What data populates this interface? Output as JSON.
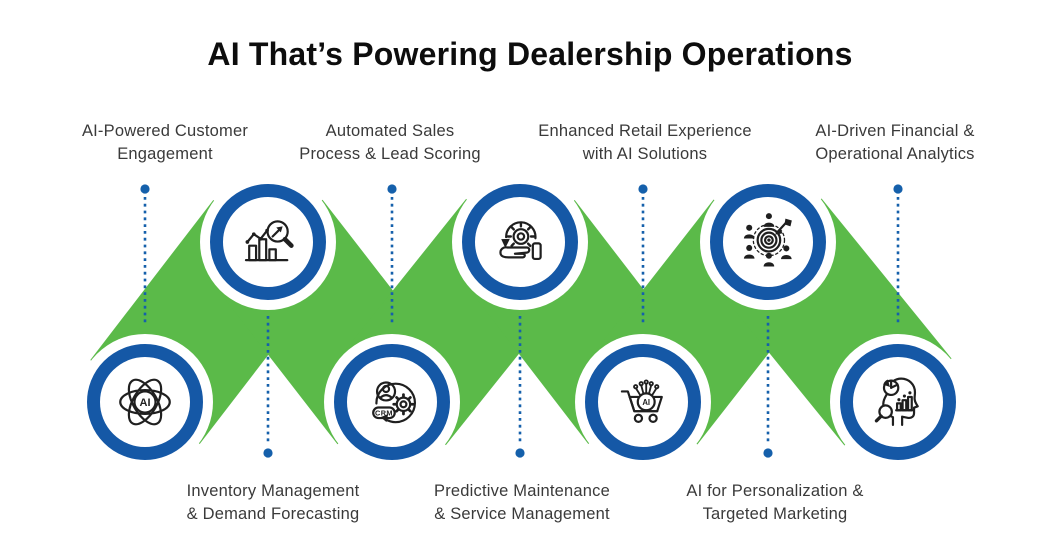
{
  "title": "AI That’s Powering Dealership Operations",
  "colors": {
    "blue": "#1558a6",
    "green": "#5bba49",
    "dot": "#1560ab",
    "label": "#3a3a3a",
    "heading": "#0d0d0d",
    "ink": "#1f1f1f"
  },
  "nodes": [
    {
      "label_line1": "AI-Powered Customer",
      "label_line2": "Engagement",
      "icon": "ai-atom",
      "circle_position": "bottom",
      "label_position": "top"
    },
    {
      "label_line1": "Inventory Management",
      "label_line2": "& Demand Forecasting",
      "icon": "chart-magnifier",
      "circle_position": "top",
      "label_position": "bottom"
    },
    {
      "label_line1": "Automated Sales",
      "label_line2": "Process & Lead Scoring",
      "icon": "crm",
      "circle_position": "bottom",
      "label_position": "top"
    },
    {
      "label_line1": "Predictive Maintenance",
      "label_line2": "& Service Management",
      "icon": "hand-gear",
      "circle_position": "top",
      "label_position": "bottom"
    },
    {
      "label_line1": "Enhanced Retail Experience",
      "label_line2": "with AI Solutions",
      "icon": "ai-cart",
      "circle_position": "bottom",
      "label_position": "top"
    },
    {
      "label_line1": "AI for Personalization &",
      "label_line2": "Targeted Marketing",
      "icon": "people-target",
      "circle_position": "top",
      "label_position": "bottom"
    },
    {
      "label_line1": "AI-Driven Financial &",
      "label_line2": "Operational Analytics",
      "icon": "head-analytics",
      "circle_position": "bottom",
      "label_position": "top"
    }
  ],
  "icon_texts": {
    "atom_label": "AI",
    "crm_label": "CRM",
    "cart_label": "AI"
  }
}
